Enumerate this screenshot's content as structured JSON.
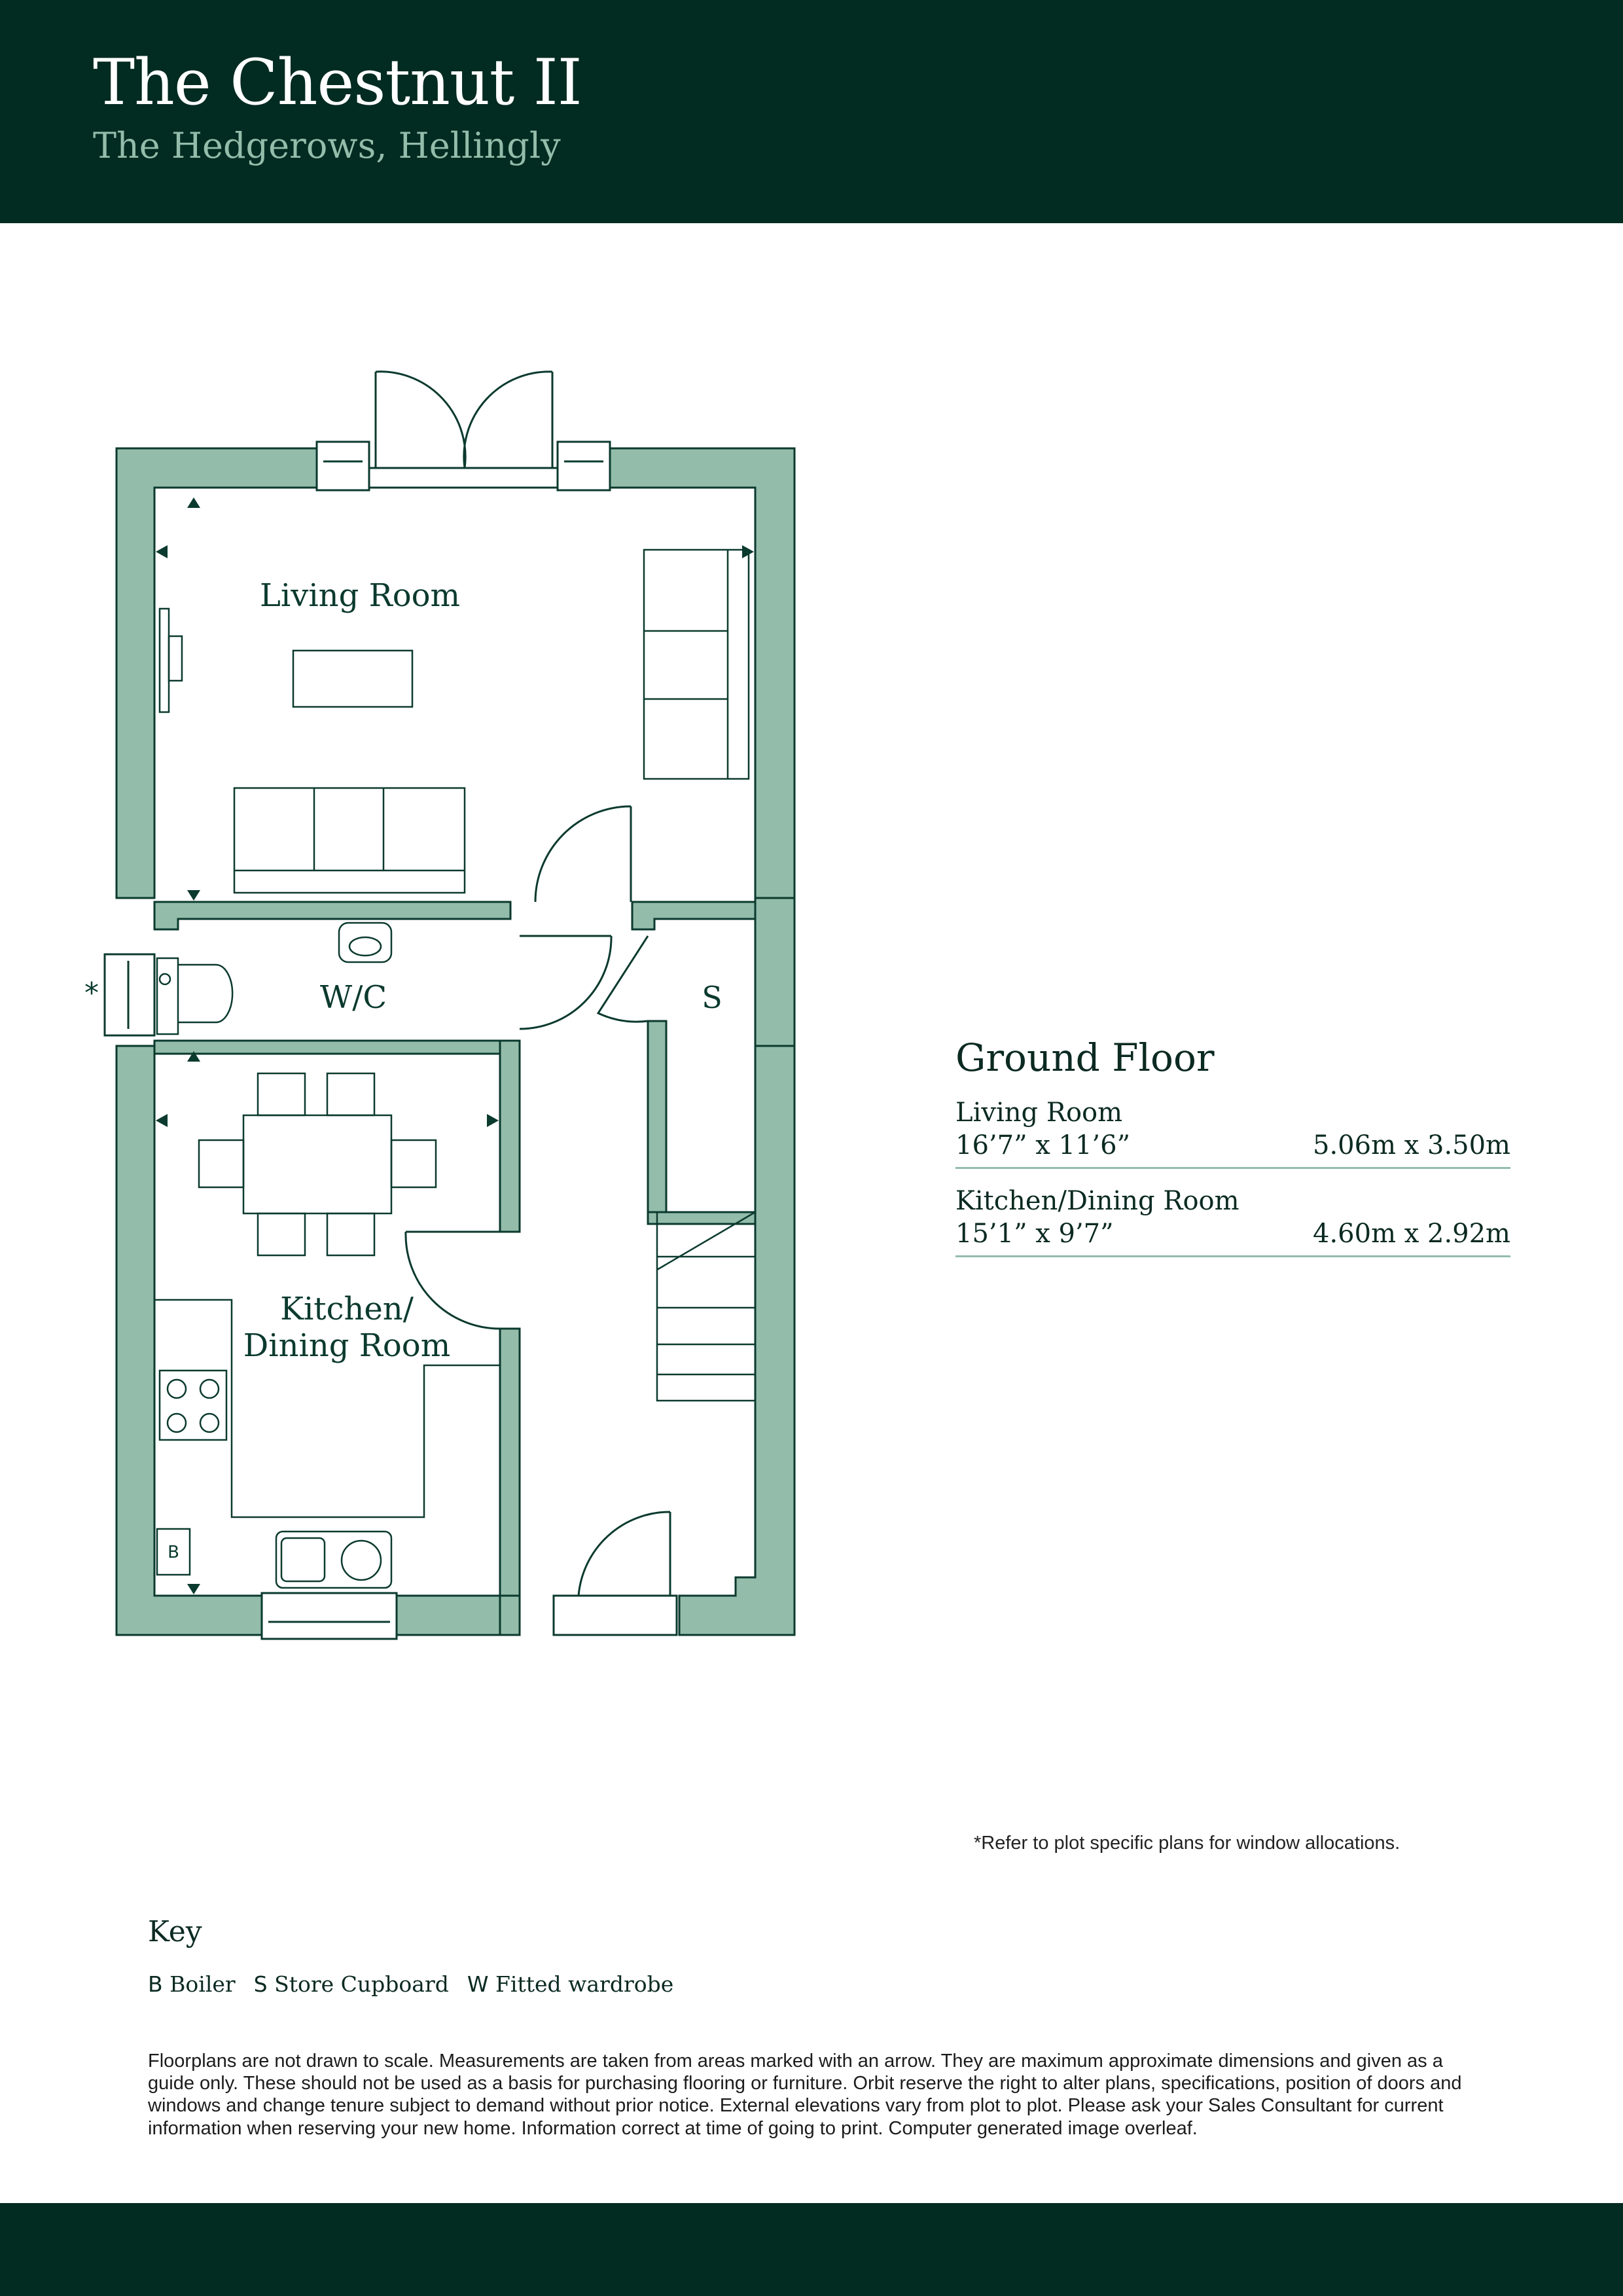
{
  "header": {
    "title": "The Chestnut II",
    "subtitle": "The Hedgerows, Hellingly"
  },
  "plan": {
    "rooms": {
      "living": "Living Room",
      "wc": "W/C",
      "store": "S",
      "kitchen_line1": "Kitchen/",
      "kitchen_line2": "Dining Room",
      "boiler": "B",
      "window_mark": "*"
    }
  },
  "schedule": {
    "title": "Ground Floor",
    "rooms": [
      {
        "name": "Living Room",
        "imperial": "16’7” x 11’6”",
        "metric": "5.06m x 3.50m"
      },
      {
        "name": "Kitchen/Dining Room",
        "imperial": "15’1” x 9’7”",
        "metric": "4.60m x 2.92m"
      }
    ]
  },
  "note": "*Refer to plot specific plans for window allocations.",
  "key": {
    "title": "Key",
    "items": [
      {
        "code": "B",
        "label": "Boiler"
      },
      {
        "code": "S",
        "label": "Store Cupboard"
      },
      {
        "code": "W",
        "label": "Fitted wardrobe"
      }
    ]
  },
  "disclaimer": "Floorplans are not drawn to scale. Measurements are taken from areas marked with an arrow. They are maximum approximate dimensions and given as a guide only. These should not be used as a basis for purchasing flooring or furniture. Orbit reserve the right to alter plans, specifications, position of doors and windows and change tenure subject to demand without prior notice. External elevations vary from plot to plot. Please ask your Sales Consultant for current information when reserving your new home. Information correct at time of going to print. Computer generated image overleaf.",
  "colors": {
    "header_bg": "#022b21",
    "wall_fill": "#93bcaa",
    "line": "#0b3a2e",
    "subtitle": "#93bcaa"
  }
}
